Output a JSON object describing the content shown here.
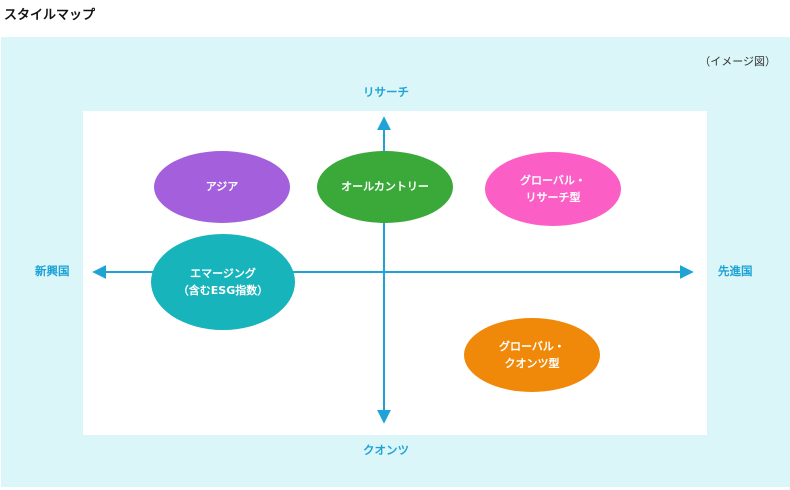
{
  "page": {
    "title": "スタイルマップ",
    "note": "（イメージ図）"
  },
  "axes": {
    "top": "リサーチ",
    "bottom": "クオンツ",
    "left": "新興国",
    "right": "先進国",
    "color": "#1fa3d6"
  },
  "colors": {
    "panel_bg": "#dbf6f9",
    "inner_bg": "#ffffff"
  },
  "bubbles": [
    {
      "id": "asia",
      "lines": [
        "アジア"
      ],
      "color": "#a45fdc"
    },
    {
      "id": "all-country",
      "lines": [
        "オールカントリー"
      ],
      "color": "#3aa93a"
    },
    {
      "id": "global-research",
      "lines": [
        "グローバル・",
        "リサーチ型"
      ],
      "color": "#fb5fc6"
    },
    {
      "id": "emerging",
      "lines": [
        "エマージング",
        "（含むESG指数）"
      ],
      "color": "#17b4bc"
    },
    {
      "id": "global-quants",
      "lines": [
        "グローバル・",
        "クオンツ型"
      ],
      "color": "#f0890a"
    }
  ]
}
